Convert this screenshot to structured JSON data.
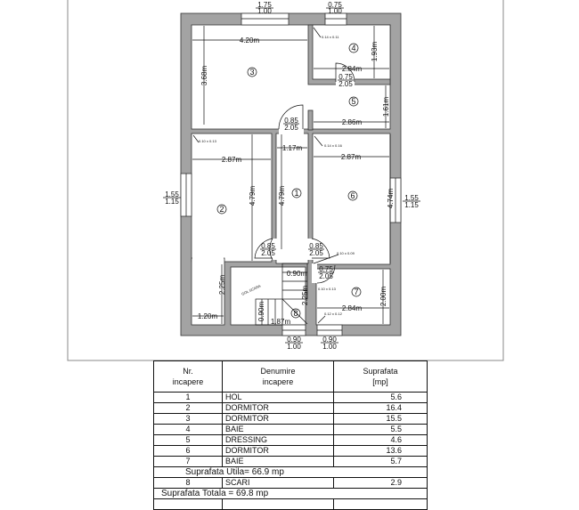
{
  "plan": {
    "colors": {
      "wall": "#a3a3a3",
      "line": "#333333"
    },
    "rooms": [
      "1",
      "2",
      "3",
      "4",
      "5",
      "6",
      "7",
      "8"
    ],
    "dims": {
      "r3_w": "4.20m",
      "r3_h": "3.68m",
      "r4_w": "2.84m",
      "r4_h": "1.93m",
      "r5_w": "2.86m",
      "r5_h": "1.61m",
      "hol_w": "1.17m",
      "hol_h": "4.79m",
      "r2_w": "2.87m",
      "r2_h": "4.79m",
      "r2_h2": "2.25m",
      "r2_w2": "1.20m",
      "r6_w": "2.87m",
      "r6_h": "4.74m",
      "r7_w": "2.84m",
      "r7_h": "2.00m",
      "st_w1": "0.90m",
      "st_w2": "0.90m",
      "st_h": "2.25m",
      "st_l": "1.87m"
    },
    "openings": {
      "win_top1": [
        "1.75",
        "1.00"
      ],
      "win_top2": [
        "0.75",
        "1.00"
      ],
      "win_left": [
        "1.55",
        "1.15"
      ],
      "win_right": [
        "1.55",
        "1.15"
      ],
      "win_bot1": [
        "0.90",
        "1.00"
      ],
      "win_bot2": [
        "0.90",
        "1.00"
      ],
      "door_r4": [
        "0.75",
        "2.05"
      ],
      "door_r3": [
        "0.85",
        "2.05"
      ],
      "door_r2": [
        "0.85",
        "2.05"
      ],
      "door_r6": [
        "0.85",
        "2.05"
      ],
      "door_r7": [
        "0.75",
        "2.05"
      ]
    },
    "notes": {
      "n4": "0.14 x 0.11",
      "n2": "0.10 x 0.13",
      "n6": "0.14 x 0.16",
      "n6b": "0.10 x 0.09",
      "n7a": "0.10 x 0.13",
      "n7b": "0.12 x 0.12",
      "stair": "GOL SCARA"
    }
  },
  "table": {
    "headers": [
      [
        "Nr.",
        "incapere"
      ],
      [
        "Denumire",
        "incapere"
      ],
      [
        "Suprafata",
        "[mp]"
      ]
    ],
    "rows": [
      {
        "nr": "1",
        "name": "HOL",
        "area": "5.6"
      },
      {
        "nr": "2",
        "name": "DORMITOR",
        "area": "16.4"
      },
      {
        "nr": "3",
        "name": "DORMITOR",
        "area": "15.5"
      },
      {
        "nr": "4",
        "name": "BAIE",
        "area": "5.5"
      },
      {
        "nr": "5",
        "name": "DRESSING",
        "area": "4.6"
      },
      {
        "nr": "6",
        "name": "DORMITOR",
        "area": "13.6"
      },
      {
        "nr": "7",
        "name": "BAIE",
        "area": "5.7"
      }
    ],
    "utila": "Suprafata Utila= 66.9 mp",
    "scari": {
      "nr": "8",
      "name": "SCARI",
      "area": "2.9"
    },
    "totala": "Suprafata Totala = 69.8 mp"
  }
}
